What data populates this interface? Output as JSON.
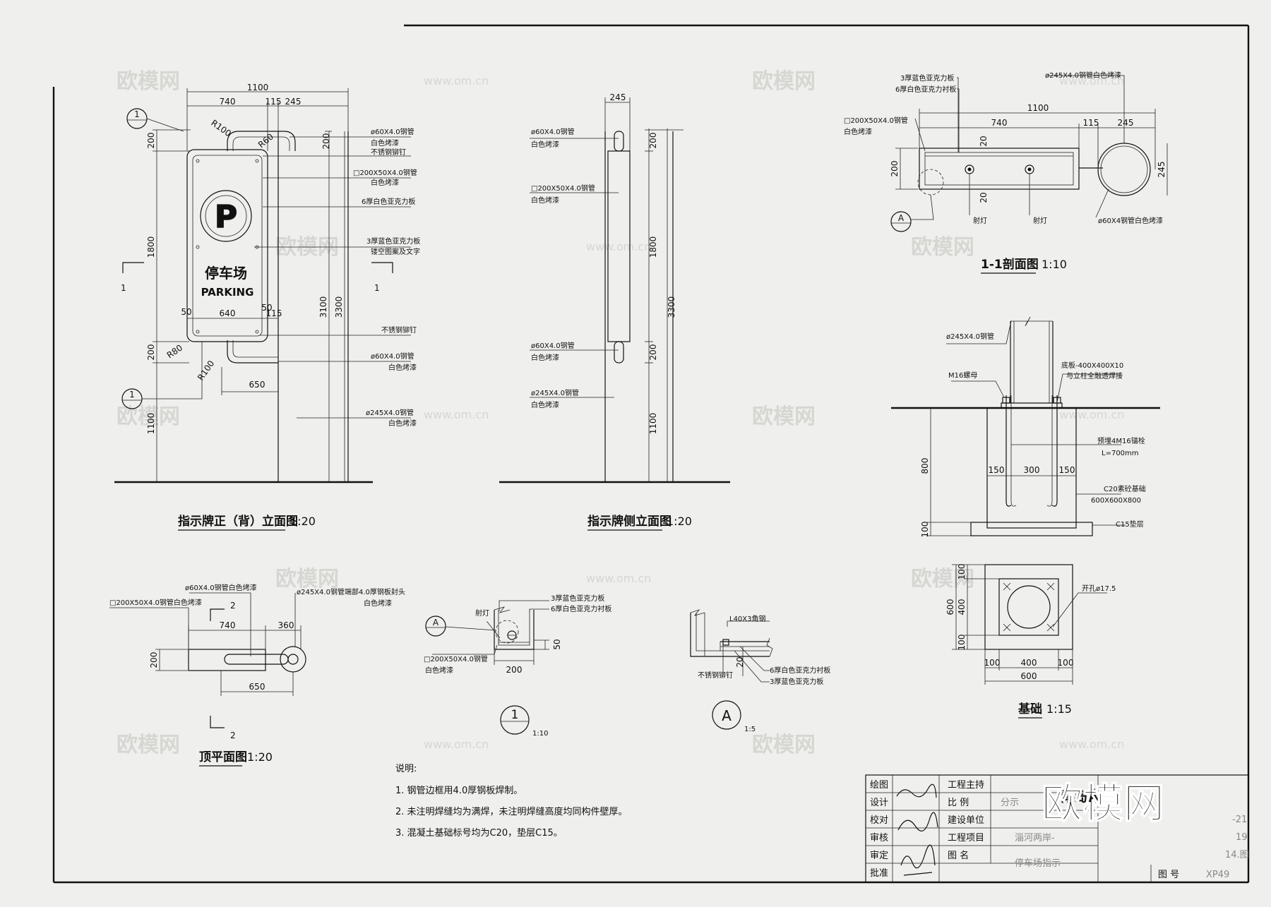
{
  "watermarks": {
    "brand": "欧模网",
    "url": "www.om.cn"
  },
  "brand_logo": "欧模网",
  "front_view": {
    "title": "指示牌正（背）立面图",
    "scale": "1:20",
    "dims": {
      "top_total": "1100",
      "w740": "740",
      "w115": "115",
      "w245": "245",
      "r100a": "R100",
      "r60": "R60",
      "h200a": "200",
      "h200b": "200",
      "h1800": "1800",
      "h3100": "3100",
      "h3300": "3300",
      "w50a": "50",
      "w640": "640",
      "w50b": "50",
      "w115b": "115",
      "r80": "R80",
      "r100b": "R100",
      "h200c": "200",
      "w650": "650",
      "h1100": "1100"
    },
    "section_marks": {
      "left": "1",
      "right": "1",
      "circle": "1"
    },
    "sign_text_cn": "停车场",
    "sign_text_en": "PARKING",
    "sign_symbol": "P",
    "labels": [
      [
        "ø60X4.0钢管",
        "白色烤漆",
        "不锈钢铆钉"
      ],
      [
        "□200X50X4.0钢管",
        "白色烤漆"
      ],
      [
        "6厚白色亚克力板"
      ],
      [
        "3厚蓝色亚克力板",
        "镂空图案及文字"
      ],
      [
        "不锈钢铆钉"
      ],
      [
        "ø60X4.0钢管",
        "白色烤漆"
      ],
      [
        "ø245X4.0钢管",
        "白色烤漆"
      ]
    ]
  },
  "side_view": {
    "title": "指示牌侧立面图",
    "scale": "1:20",
    "dims": {
      "w245": "245",
      "h200a": "200",
      "h1800": "1800",
      "h3300": "3300",
      "h200b": "200",
      "h1100": "1100"
    },
    "labels": [
      [
        "ø60X4.0钢管",
        "白色烤漆"
      ],
      [
        "□200X50X4.0钢管",
        "白色烤漆"
      ],
      [
        "ø60X4.0钢管",
        "白色烤漆"
      ],
      [
        "ø245X4.0钢管",
        "白色烤漆"
      ]
    ]
  },
  "section_view": {
    "title": "1-1剖面图",
    "scale": "1:10",
    "dims": {
      "w1100": "1100",
      "w740": "740",
      "w115": "115",
      "w245": "245",
      "h200": "200",
      "h20a": "20",
      "h20b": "20",
      "d245": "245"
    },
    "labels": {
      "acrylic_blue": "3厚蓝色亚克力板",
      "acrylic_white": "6厚白色亚克力衬板",
      "frame": "□200X50X4.0钢管",
      "frame_paint": "白色烤漆",
      "pipe_big": "ø245X4.0钢管白色烤漆",
      "pipe_small": "ø60X4钢管白色烤漆",
      "lamp_a": "射灯",
      "lamp_b": "射灯"
    },
    "detail_ref": "A"
  },
  "foundation": {
    "title": "基础",
    "scale": "1:15",
    "labels": {
      "pipe": "ø245X4.0钢管",
      "base_plate": "底板-400X400X10",
      "base_weld": "与立柱全融透焊接",
      "nut": "M16螺母",
      "bolt": "预埋4M16锚栓",
      "bolt_len": "L=700mm",
      "concrete": "C20素砼基础",
      "concrete_size": "600X600X800",
      "cushion": "C15垫层",
      "hole": "开孔ø17.5"
    },
    "dims": {
      "h800": "800",
      "w150a": "150",
      "w300": "300",
      "w150b": "150",
      "h100": "100",
      "plan_h100a": "100",
      "plan_h400": "400",
      "plan_h100b": "100",
      "plan_h600": "600",
      "plan_w100a": "100",
      "plan_w400": "400",
      "plan_w100b": "100",
      "plan_w600": "600"
    }
  },
  "top_plan": {
    "title": "顶平面图",
    "scale": "1:20",
    "labels": {
      "pipe_small": "ø60X4.0钢管白色烤漆",
      "frame": "□200X50X4.0钢管白色烤漆",
      "pipe_big": "ø245X4.0钢管端部4.0厚钢板封头",
      "pipe_big_paint": "白色烤漆"
    },
    "dims": {
      "w740": "740",
      "w360": "360",
      "h200": "200",
      "w650": "650"
    },
    "marks": {
      "top": "2",
      "bottom": "2"
    }
  },
  "detail_1": {
    "ref": "1",
    "scale": "1:10",
    "labels": {
      "lamp": "射灯",
      "acrylic_blue": "3厚蓝色亚克力板",
      "acrylic_white": "6厚白色亚克力衬板",
      "frame": "□200X50X4.0钢管",
      "frame_paint": "白色烤漆"
    },
    "dims": {
      "w200": "200",
      "h50": "50"
    },
    "detail_ref": "A"
  },
  "detail_a": {
    "ref": "A",
    "scale": "1:5",
    "labels": {
      "angle": "L40X3角钢",
      "rivet": "不锈钢铆钉",
      "acrylic_white": "6厚白色亚克力衬板",
      "acrylic_blue": "3厚蓝色亚克力板"
    },
    "dims": {
      "h20": "20"
    }
  },
  "notes": {
    "heading": "说明:",
    "items": [
      "1.  钢管边框用4.0厚钢板焊制。",
      "2.  未注明焊缝均为满焊，未注明焊缝高度均同构件壁厚。",
      "3.  混凝土基础标号均为C20，垫层C15。"
    ]
  },
  "title_block": {
    "rows": [
      {
        "label": "绘图",
        "mid": "工程主持"
      },
      {
        "label": "设计",
        "mid": "比    例",
        "value": "分示"
      },
      {
        "label": "校对",
        "mid": "建设单位"
      },
      {
        "label": "审核",
        "mid": "工程项目",
        "value": "淄河两岸-"
      },
      {
        "label": "审定",
        "mid": "图    名",
        "value": "停车场指示"
      },
      {
        "label": "批准"
      }
    ],
    "company": "青岛大",
    "drawing_no_label": "图    号",
    "drawing_no": "XP49",
    "edge_texts": [
      "-21",
      "19",
      "14.图"
    ]
  }
}
